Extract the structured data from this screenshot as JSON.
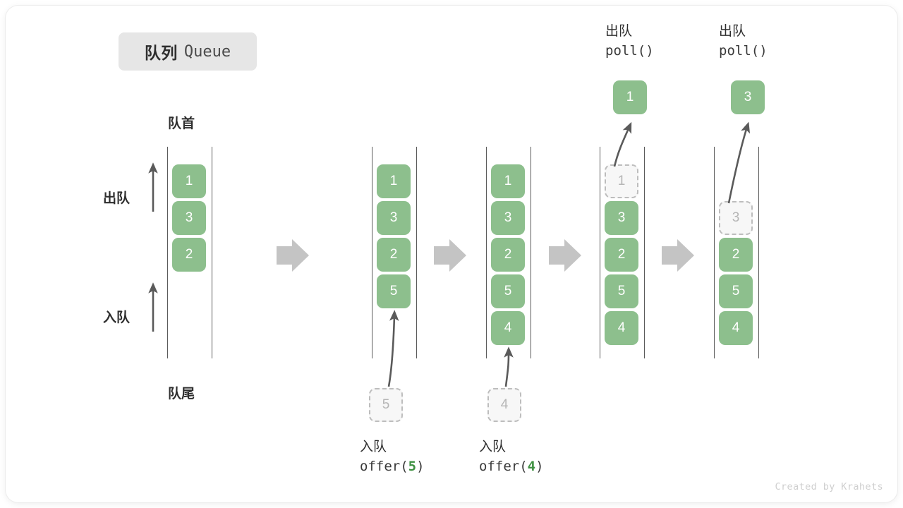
{
  "title": {
    "cn": "队列",
    "en": "Queue"
  },
  "labels": {
    "head": "队首",
    "tail": "队尾",
    "dequeue_side": "出队",
    "enqueue_side": "入队"
  },
  "colors": {
    "item_fill": "#8dbf8d",
    "item_text": "#ffffff",
    "ghost_fill": "#f7f7f7",
    "ghost_border": "#bdbdbd",
    "ghost_text": "#b5b5b5",
    "rail": "#5a5a5a",
    "arrow": "#5a5a5a",
    "step_arrow": "#c4c4c4",
    "accent_green": "#3f9142",
    "badge_bg": "#e6e6e6",
    "text": "#2e2e2e"
  },
  "steps": [
    {
      "id": "initial",
      "items": [
        "1",
        "3",
        "2"
      ],
      "ghost_in_rail": null,
      "op_cn": "",
      "op_code_prefix": "",
      "op_code_arg": "",
      "op_code_suffix": ""
    },
    {
      "id": "offer-5",
      "items": [
        "1",
        "3",
        "2",
        "5"
      ],
      "ghost_in_rail": null,
      "pending": "5",
      "op_cn": "入队",
      "op_code_prefix": "offer(",
      "op_code_arg": "5",
      "op_code_suffix": ")"
    },
    {
      "id": "offer-4",
      "items": [
        "1",
        "3",
        "2",
        "5",
        "4"
      ],
      "ghost_in_rail": null,
      "pending": "4",
      "op_cn": "入队",
      "op_code_prefix": "offer(",
      "op_code_arg": "4",
      "op_code_suffix": ")"
    },
    {
      "id": "poll-1",
      "items": [
        "3",
        "2",
        "5",
        "4"
      ],
      "ghost_in_rail": "1",
      "popped": "1",
      "op_cn": "出队",
      "op_code_prefix": "poll(",
      "op_code_arg": "",
      "op_code_suffix": ")"
    },
    {
      "id": "poll-3",
      "items": [
        "2",
        "5",
        "4"
      ],
      "ghost_in_rail": "3",
      "popped": "3",
      "op_cn": "出队",
      "op_code_prefix": "poll(",
      "op_code_arg": "",
      "op_code_suffix": ")"
    }
  ],
  "credit": "Created by Krahets"
}
